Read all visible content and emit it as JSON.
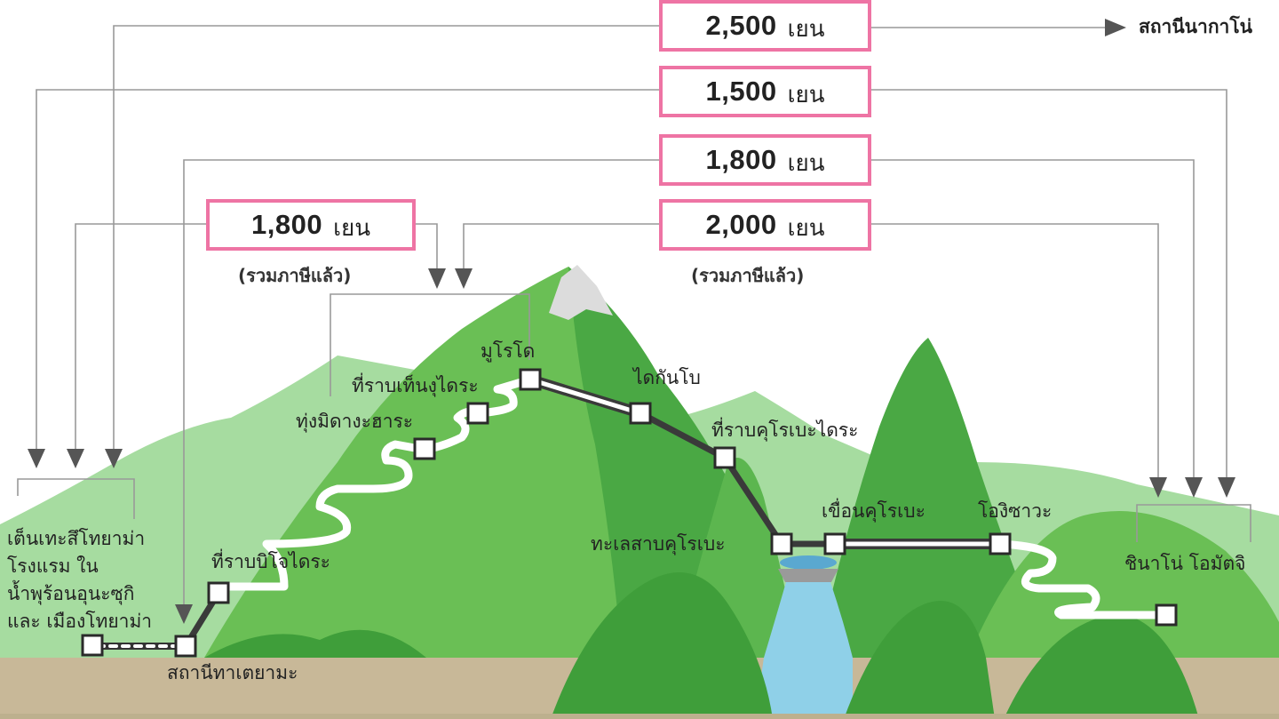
{
  "fares": [
    {
      "id": "fare-2500",
      "amount": "2,500",
      "currency": "เยน"
    },
    {
      "id": "fare-1500",
      "amount": "1,500",
      "currency": "เยน"
    },
    {
      "id": "fare-1800-right",
      "amount": "1,800",
      "currency": "เยน"
    },
    {
      "id": "fare-2000",
      "amount": "2,000",
      "currency": "เยน"
    },
    {
      "id": "fare-1800-left",
      "amount": "1,800",
      "currency": "เยน"
    }
  ],
  "tax_note_left": "(รวมภาษีแล้ว)",
  "tax_note_right": "(รวมภาษีแล้ว)",
  "destination_label": "สถานีนากาโน่",
  "stations": {
    "left_origin": {
      "line1": "เต็นเทะสึโทยาม่า",
      "line2": "โรงแรม ใน",
      "line3": "น้ำพุร้อนอุนะซุกิ",
      "line4": "และ เมืองโทยาม่า"
    },
    "tateyama": "สถานีทาเตยามะ",
    "bijodaira": "ที่ราบบิโจไดระ",
    "midagahara": "ทุ่งมิดางะฮาระ",
    "tengudaira": "ที่ราบเท็นงุไดระ",
    "murodo": "มูโรโด",
    "daikanbo": "ไดกันโบ",
    "kurobedaira": "ที่ราบคุโรเบะไดระ",
    "kurobeko": "ทะเลสาบคุโรเบะ",
    "kurobe_dam": "เขื่อนคุโรเบะ",
    "ogizawa": "โองิซาวะ",
    "shinano_omachi": "ชินาโน่ โอมัตจิ"
  },
  "colors": {
    "fare_border": "#ee74a4",
    "mountain_light": "#9fd99a",
    "mountain_mid": "#6abf55",
    "mountain_dark": "#3f9e3a",
    "ground": "#c8b898",
    "water": "#8fd0e8",
    "route_line": "#3a3a3a",
    "connector": "#999999"
  }
}
